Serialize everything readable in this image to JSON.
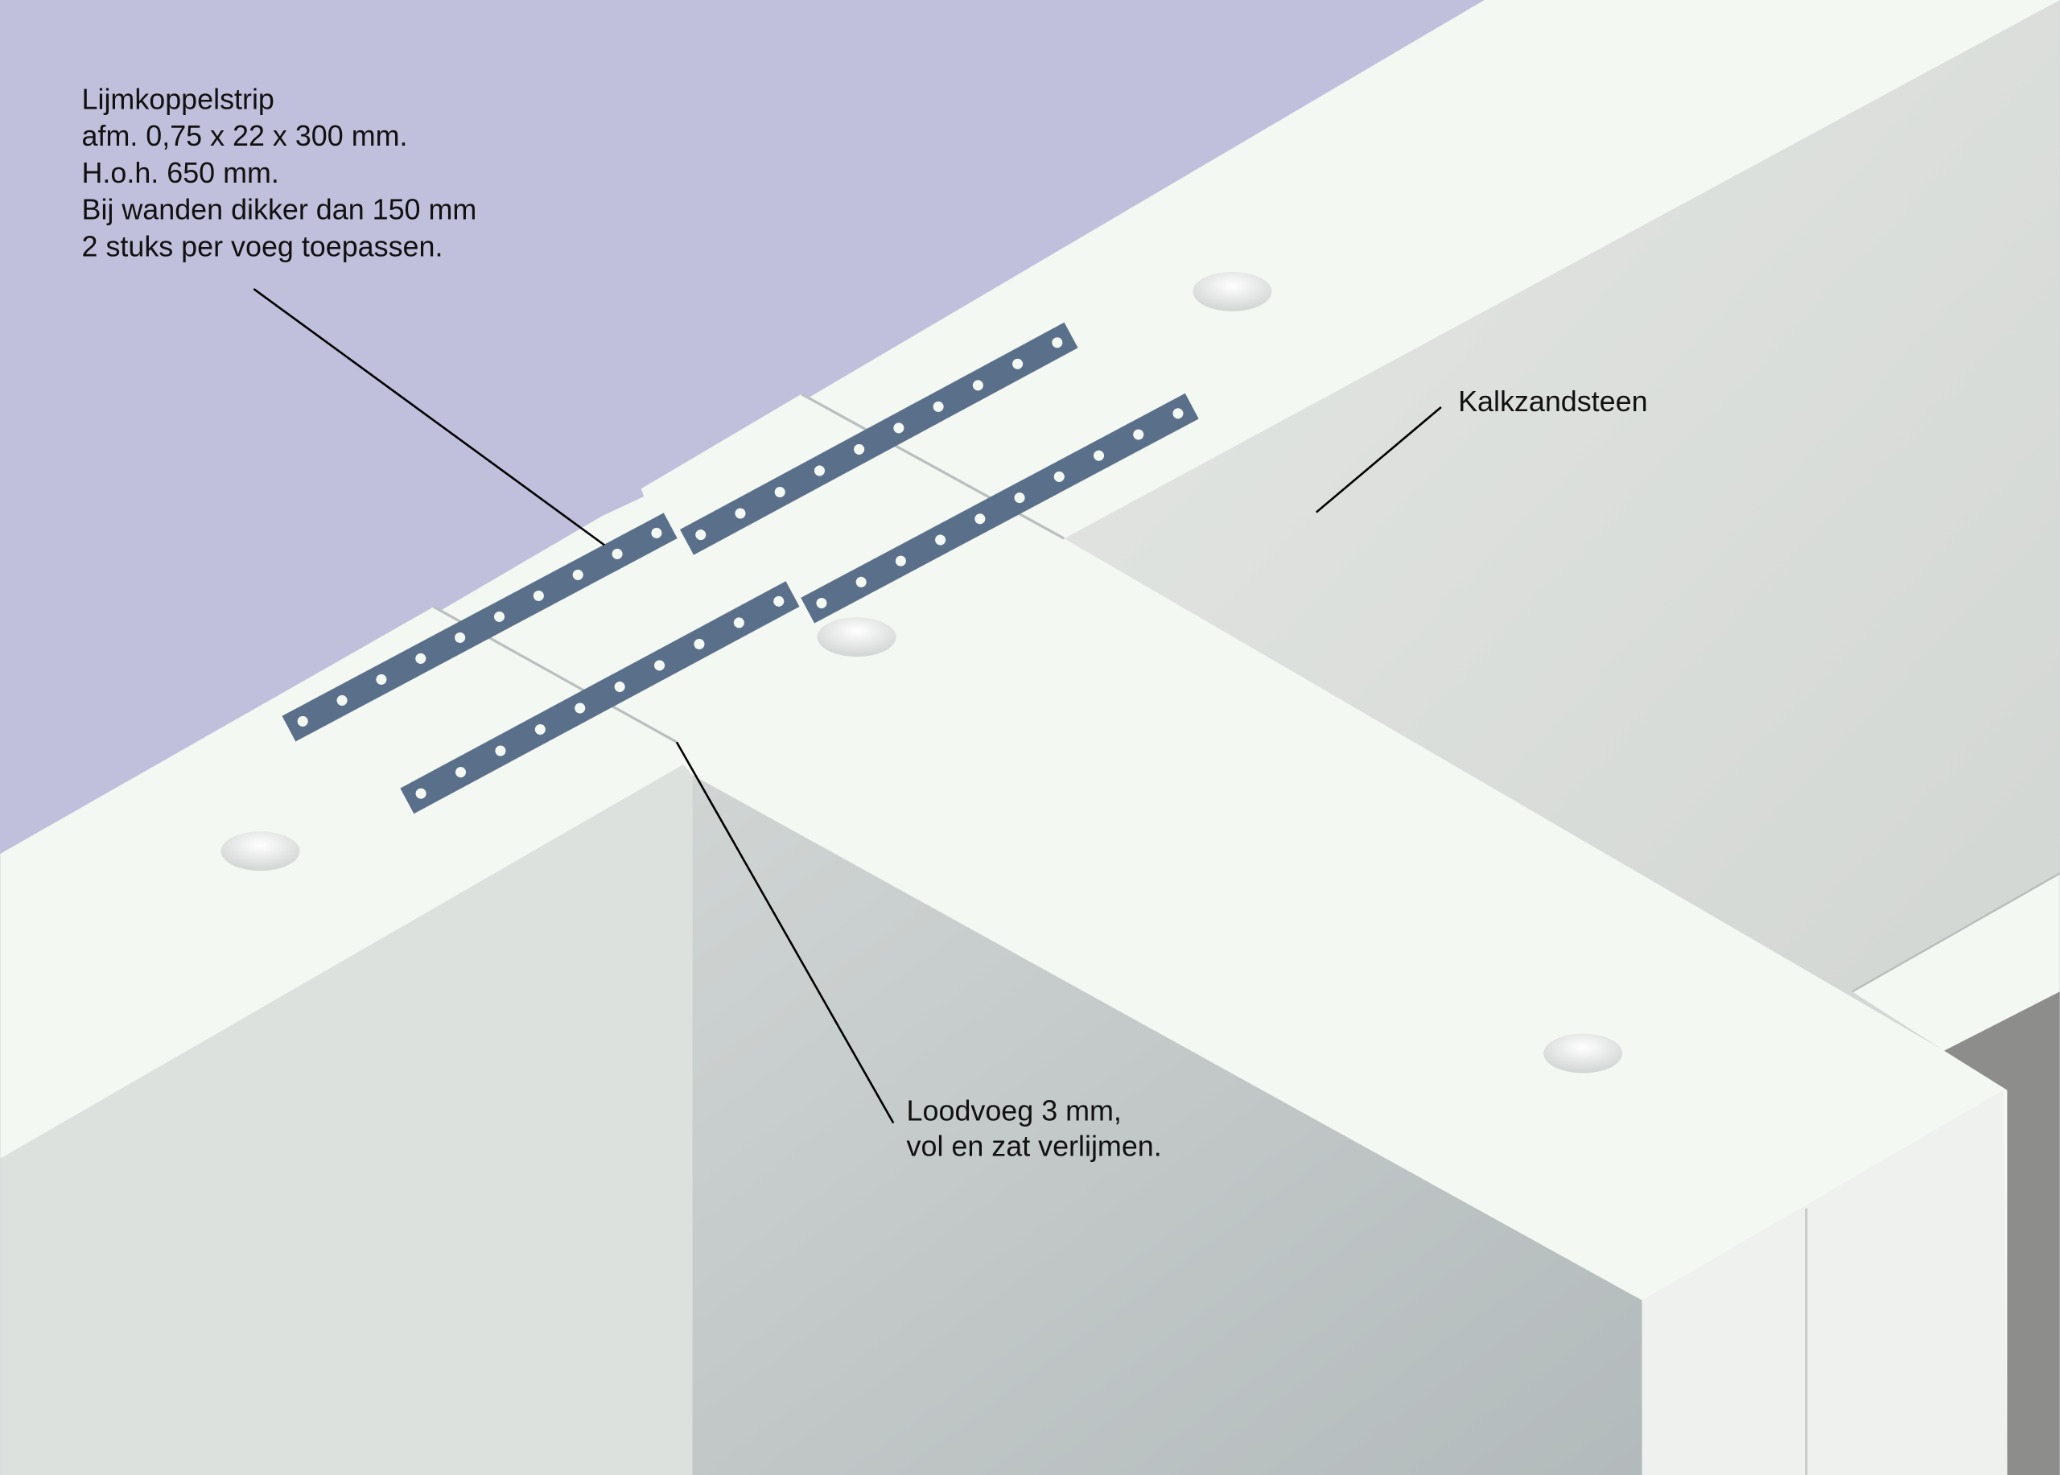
{
  "annotations": {
    "strip": {
      "lines": [
        "Lijmkoppelstrip",
        "afm. 0,75 x 22 x 300 mm.",
        "H.o.h. 650 mm.",
        "Bij wanden dikker dan 150 mm",
        "2 stuks per voeg toepassen."
      ]
    },
    "material": {
      "lines": [
        "Kalkzandsteen"
      ]
    },
    "joint": {
      "lines": [
        "Loodvoeg 3 mm,",
        "vol en zat verlijmen."
      ]
    }
  },
  "colors": {
    "background": "#c0c0dd",
    "top_surface": "#f4f8f2",
    "strip": "#5a708a",
    "ground": "#8a8a88"
  }
}
